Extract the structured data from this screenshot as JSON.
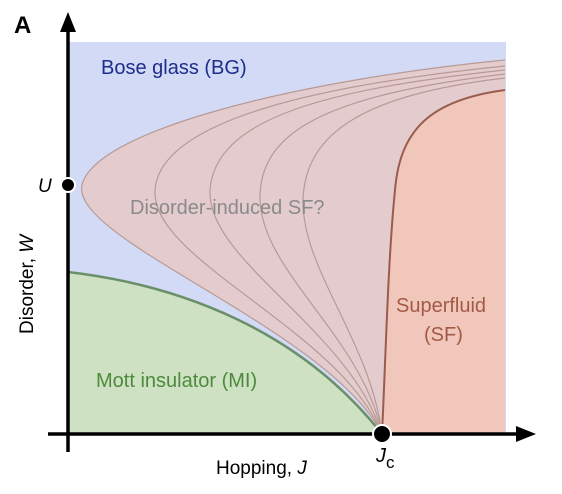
{
  "panel_label": "A",
  "axes": {
    "x_label_text": "Hopping, ",
    "x_label_var": "J",
    "y_label_text": "Disorder, ",
    "y_label_var": "W"
  },
  "markers": {
    "u_label": "U",
    "jc_main": "J",
    "jc_sub": "c"
  },
  "regions": {
    "bose_glass": "Bose glass (BG)",
    "disorder_sf": "Disorder-induced SF?",
    "superfluid_line1": "Superfluid",
    "superfluid_line2": "(SF)",
    "mott": "Mott insulator (MI)"
  },
  "colors": {
    "bose_glass": "#d2daf6",
    "superfluid": "#f0c7ba",
    "mott": "#cee1c3",
    "overlay": "#e8c9c7",
    "mott_boundary": "#6b8f6b",
    "sf_boundary": "#9a5c4c",
    "inner_curves": "#b89a94",
    "bg_text": "#1e2d8a",
    "sf_text": "#a35a45",
    "disorder_text": "#8a8a8a",
    "mott_text": "#4e8a3c"
  }
}
